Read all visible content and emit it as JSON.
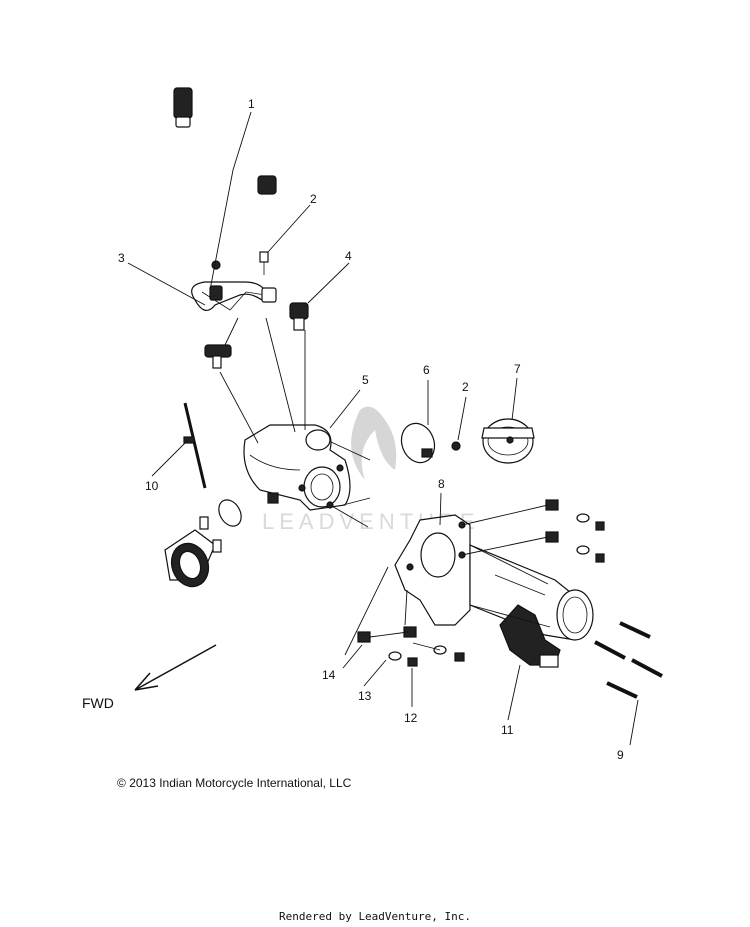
{
  "callouts": [
    "1",
    "2",
    "3",
    "4",
    "5",
    "6",
    "2",
    "7",
    "8",
    "10",
    "14",
    "13",
    "12",
    "11",
    "9"
  ],
  "fwd_label": "FWD",
  "copyright": "2013 Indian Motorcycle International, LLC",
  "copyright_symbol": "©",
  "rendered_by": "Rendered by LeadVenture, Inc.",
  "watermark_text": "LEADVENTURE"
}
